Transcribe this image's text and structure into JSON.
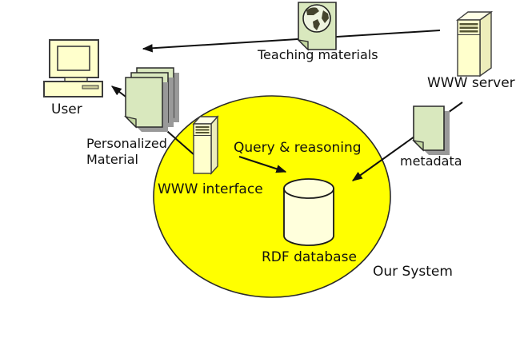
{
  "diagram": {
    "title": "Our System architecture diagram",
    "labels": {
      "user": "User",
      "personalized_line1": "Personalized",
      "personalized_line2": "Material",
      "teaching_materials": "Teaching materials",
      "www_server": "WWW server",
      "metadata": "metadata",
      "www_interface": "WWW interface",
      "query_reasoning": "Query & reasoning",
      "rdf_database": "RDF database",
      "our_system": "Our System"
    },
    "nodes": [
      {
        "id": "user",
        "label": "User",
        "icon": "desktop-computer"
      },
      {
        "id": "personalized-material",
        "label": "Personalized Material",
        "icon": "document-stack"
      },
      {
        "id": "teaching-materials",
        "label": "Teaching materials",
        "icon": "globe-document"
      },
      {
        "id": "www-server",
        "label": "WWW server",
        "icon": "server-tower"
      },
      {
        "id": "metadata",
        "label": "metadata",
        "icon": "document"
      },
      {
        "id": "www-interface",
        "label": "WWW interface",
        "icon": "server-tower"
      },
      {
        "id": "rdf-database",
        "label": "RDF database",
        "icon": "database-cylinder"
      },
      {
        "id": "our-system",
        "label": "Our System",
        "icon": "yellow-ellipse"
      }
    ],
    "connections": [
      {
        "from": "www-server",
        "to": "user",
        "via": "teaching-materials",
        "type": "arrow"
      },
      {
        "from": "www-server",
        "to": "our-system",
        "via": "metadata",
        "type": "arrow"
      },
      {
        "from": "query-reasoning",
        "to": "rdf-database",
        "type": "arrow"
      },
      {
        "from": "personalized-material",
        "to": "user",
        "type": "arrow"
      },
      {
        "from": "www-interface",
        "to": "personalized-material",
        "type": "line"
      }
    ],
    "colors": {
      "system_fill": "#ffff00",
      "device_fill": "#ffffcc",
      "device_top": "#ffffe6",
      "device_side": "#ededbb",
      "cylinder_fill": "#ffffdc",
      "document_fill": "#d9e8be",
      "document_fold": "#c2d6a0",
      "shadow": "#999999",
      "outline": "#3d3d3d",
      "line": "#111111",
      "text": "#111111",
      "slot_fill": "#cccc99"
    }
  }
}
